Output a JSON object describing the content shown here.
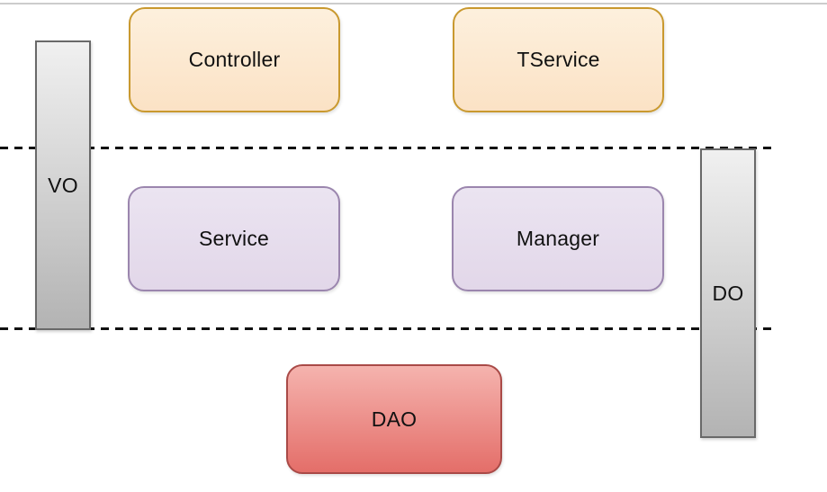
{
  "nodes": {
    "controller": {
      "label": "Controller"
    },
    "tservice": {
      "label": "TService"
    },
    "service": {
      "label": "Service"
    },
    "manager": {
      "label": "Manager"
    },
    "dao": {
      "label": "DAO"
    },
    "vo": {
      "label": "VO"
    },
    "do": {
      "label": "DO"
    }
  },
  "colors": {
    "peach_fill_top": "#fdf0dd",
    "peach_fill_bottom": "#fbe2c5",
    "peach_border": "#c9992f",
    "lavender_fill_top": "#ebe4f1",
    "lavender_fill_bottom": "#e2d7e9",
    "lavender_border": "#9b86ae",
    "gray_fill_top": "#f0f0f0",
    "gray_fill_bottom": "#b3b3b3",
    "gray_border": "#696969",
    "red_fill_top": "#f5b3ae",
    "red_fill_bottom": "#e46e69",
    "red_border": "#a94a47",
    "dash_color": "#111111",
    "top_rule_color": "#cccccc"
  }
}
